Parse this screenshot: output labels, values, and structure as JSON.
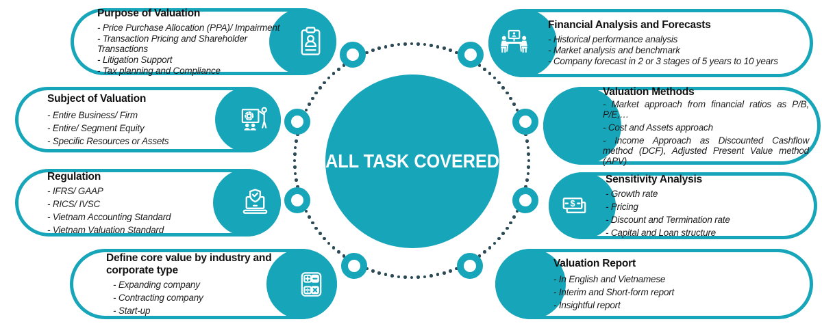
{
  "accent_color": "#17a5ba",
  "dot_color": "#2c4a56",
  "center": {
    "label": "ALL TASK COVERED"
  },
  "cards": [
    {
      "id": "purpose-of-valuation",
      "side": "left",
      "icon": "clipboard-person-icon",
      "title": "Purpose of Valuation",
      "bullets": [
        "- Price Purchase Allocation (PPA)/ Impairment",
        "- Transaction Pricing and Shareholder Transactions",
        "- Litigation Support",
        "- Tax planning and Compliance"
      ]
    },
    {
      "id": "subject-of-valuation",
      "side": "left",
      "icon": "presentation-gear-icon",
      "title": "Subject of Valuation",
      "bullets": [
        "- Entire Business/ Firm",
        "- Entire/ Segment Equity",
        "- Specific Resources or Assets"
      ]
    },
    {
      "id": "regulation",
      "side": "left",
      "icon": "laptop-shield-icon",
      "title": "Regulation",
      "bullets": [
        "- IFRS/ GAAP",
        "- RICS/ IVSC",
        "- Vietnam Accounting Standard",
        "- Vietnam Valuation Standard"
      ]
    },
    {
      "id": "define-core-value",
      "side": "left",
      "icon": "calculator-icon",
      "title": "Define core value by industry and corporate type",
      "bullets": [
        "- Expanding company",
        "- Contracting company",
        "- Start-up"
      ]
    },
    {
      "id": "financial-analysis-forecasts",
      "side": "right",
      "icon": "meeting-icon",
      "title": "Financial Analysis and Forecasts",
      "bullets": [
        "- Historical performance analysis",
        "- Market analysis and benchmark",
        "- Company forecast in 2 or 3 stages of 5 years to 10 years"
      ]
    },
    {
      "id": "valuation-methods",
      "side": "right",
      "icon": null,
      "title": "Valuation Methods",
      "bullets": [
        "- Market approach from financial ratios as P/B, P/E,…",
        "- Cost and Assets approach",
        "- Income Approach as Discounted Cashflow method (DCF), Adjusted Present Value method (APV)"
      ]
    },
    {
      "id": "sensitivity-analysis",
      "side": "right",
      "icon": "banknote-icon",
      "title": "Sensitivity Analysis",
      "bullets": [
        "- Growth rate",
        "- Pricing",
        "- Discount and Termination rate",
        "- Capital and Loan structure"
      ]
    },
    {
      "id": "valuation-report",
      "side": "right",
      "icon": null,
      "title": "Valuation Report",
      "bullets": [
        "- In English and Vietnamese",
        "- Interim and Short-form report",
        "- Insightful report"
      ]
    }
  ]
}
